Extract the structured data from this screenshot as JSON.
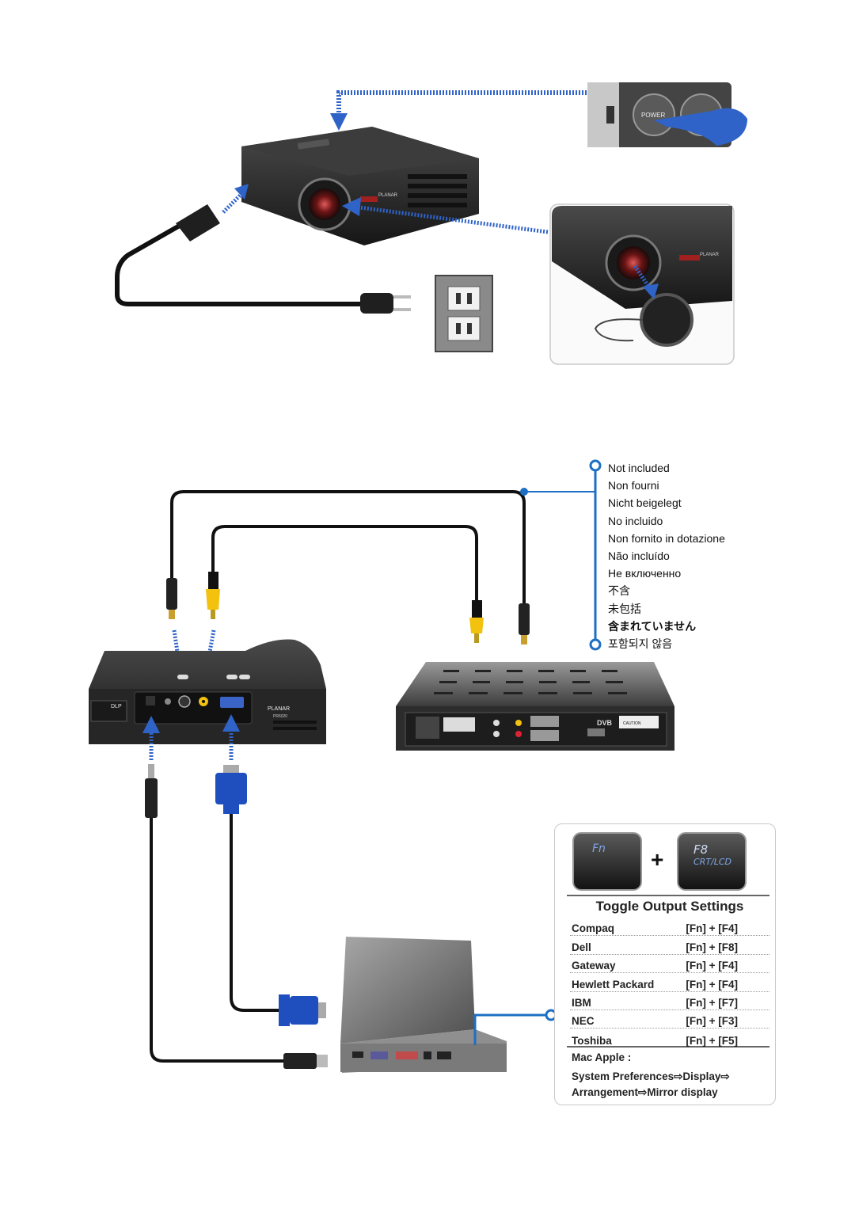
{
  "labels": {
    "power_button": "POWER",
    "brand": "PLANAR",
    "model": "PR6020",
    "dlp": "DLP",
    "dvb": "DVB",
    "caution": "CAUTION"
  },
  "not_included": [
    "Not included",
    "Non fourni",
    "Nicht beigelegt",
    "No incluido",
    "Non fornito in dotazione",
    "Não incluído",
    "Не включенно",
    "不含",
    "未包括",
    "含まれていません",
    "포함되지 않음"
  ],
  "keys": {
    "fn": "Fn",
    "plus": "+",
    "f8": "F8",
    "f8_sub": "CRT/LCD"
  },
  "toggle": {
    "title": "Toggle Output Settings",
    "rows": [
      {
        "brand": "Compaq",
        "keys": "[Fn] + [F4]"
      },
      {
        "brand": "Dell",
        "keys": "[Fn] + [F8]"
      },
      {
        "brand": "Gateway",
        "keys": "[Fn] + [F4]"
      },
      {
        "brand": "Hewlett Packard",
        "keys": "[Fn] + [F4]"
      },
      {
        "brand": "IBM",
        "keys": "[Fn] + [F7]"
      },
      {
        "brand": "NEC",
        "keys": "[Fn] + [F3]"
      },
      {
        "brand": "Toshiba",
        "keys": "[Fn] + [F5]"
      }
    ],
    "mac_title": "Mac Apple :",
    "mac_line1": "System Preferences⇨Display⇨",
    "mac_line2": "Arrangement⇨Mirror display"
  },
  "colors": {
    "arrow_blue": "#2f63c8",
    "dot_blue": "#1d6fc4",
    "cable": "#111111",
    "rca_yellow": "#f2c20f",
    "vga_blue": "#1f4fbf",
    "projector": "#2a2a2a"
  }
}
